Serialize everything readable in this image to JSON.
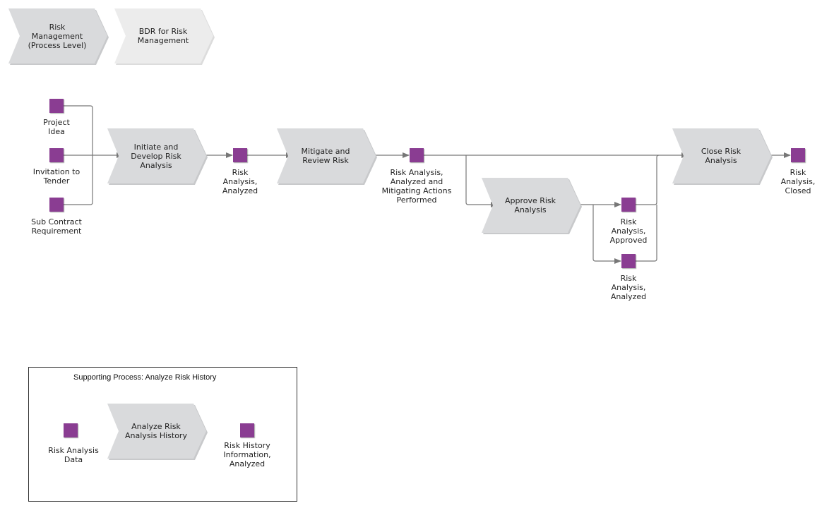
{
  "header": {
    "risk_management_level": "Risk\nManagement\n(Process Level)",
    "bdr_risk_management": "BDR for Risk\nManagement"
  },
  "functions": {
    "initiate": "Initiate and\nDevelop Risk\nAnalysis",
    "mitigate": "Mitigate and\nReview Risk",
    "approve": "Approve Risk\nAnalysis",
    "close": "Close Risk\nAnalysis",
    "analyze_history": "Analyze Risk\nAnalysis History"
  },
  "events": {
    "project_idea": "Project\nIdea",
    "invitation_tender": "Invitation to\nTender",
    "sub_contract": "Sub Contract\nRequirement",
    "analyzed_1": "Risk\nAnalysis,\nAnalyzed",
    "analyzed_mitigating": "Risk Analysis,\nAnalyzed and\nMitigating Actions\nPerformed",
    "approved": "Risk\nAnalysis,\nApproved",
    "analyzed_2": "Risk\nAnalysis,\nAnalyzed",
    "closed": "Risk\nAnalysis,\nClosed",
    "risk_analysis_data": "Risk Analysis\nData",
    "history_analyzed": "Risk History\nInformation,\nAnalyzed"
  },
  "supporting_process": {
    "title": "Supporting Process: Analyze Risk History"
  },
  "colors": {
    "event": "#8a3d92",
    "function": "#d9dadc",
    "process_link_light": "#ececec",
    "connector": "#777777"
  }
}
